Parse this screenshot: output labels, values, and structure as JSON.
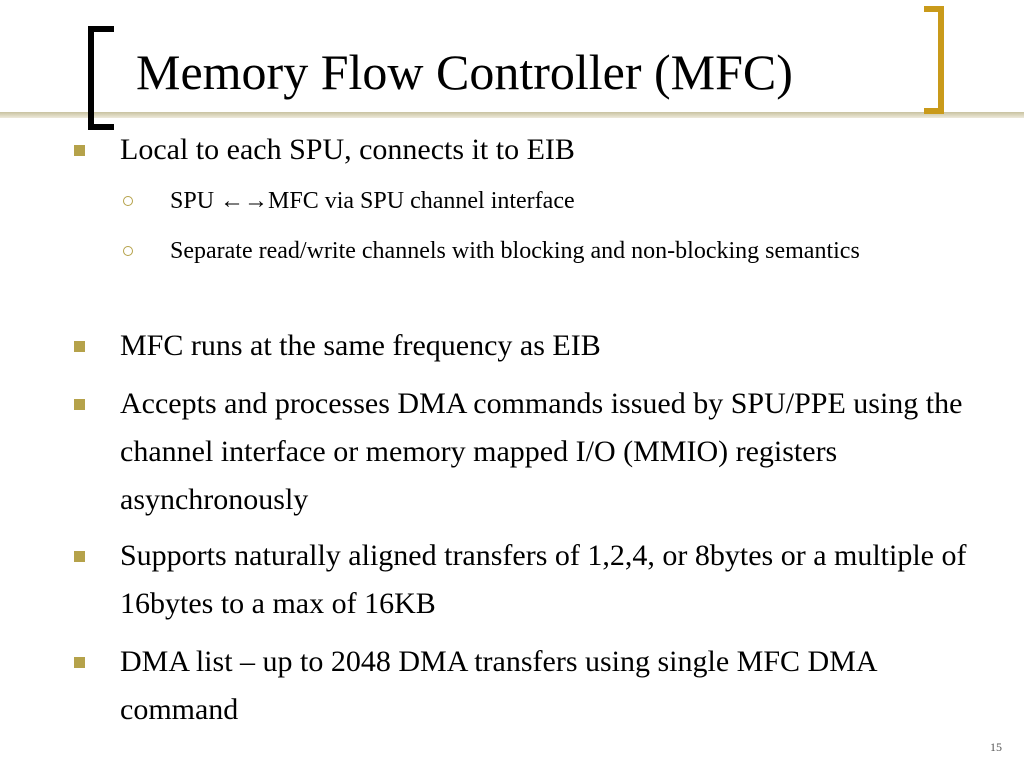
{
  "colors": {
    "accent": "#c99a1a",
    "title_line": "#c8c2a0",
    "bullet": "#b5a24a",
    "ring": "#b5a24a",
    "text": "#000000"
  },
  "slide": {
    "title": "Memory Flow Controller (MFC)",
    "page_number": "15",
    "bullets": [
      {
        "level": 1,
        "text": "Local to each SPU, connects it to EIB"
      },
      {
        "level": 2,
        "text": "SPU ←→MFC via SPU channel interface"
      },
      {
        "level": 2,
        "text": "Separate read/write channels with blocking and non-blocking semantics"
      },
      {
        "level": 1,
        "text": "MFC runs at the same frequency as EIB"
      },
      {
        "level": 1,
        "text": "Accepts and processes DMA commands issued by SPU/PPE using the channel interface or memory mapped I/O (MMIO) registers asynchronously"
      },
      {
        "level": 1,
        "text": "Supports naturally aligned transfers of 1,2,4, or 8bytes or a multiple of 16bytes to a max of 16KB"
      },
      {
        "level": 1,
        "text": "DMA list – up to 2048 DMA transfers using single MFC DMA command"
      }
    ]
  }
}
